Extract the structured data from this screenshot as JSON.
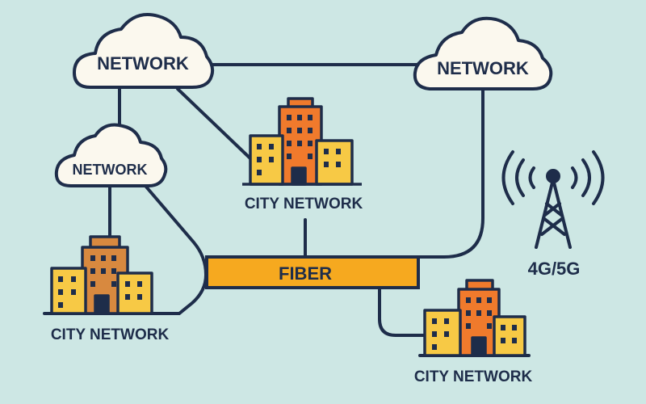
{
  "diagram": {
    "clouds": [
      {
        "id": "cloud_top_left",
        "label": "NETWORK"
      },
      {
        "id": "cloud_top_right",
        "label": "NETWORK"
      },
      {
        "id": "cloud_mid_left",
        "label": "NETWORK"
      }
    ],
    "cities": [
      {
        "id": "city_center",
        "label": "CITY NETWORK"
      },
      {
        "id": "city_left",
        "label": "CITY NETWORK"
      },
      {
        "id": "city_right",
        "label": "CITY NETWORK"
      }
    ],
    "fiber": {
      "label": "FIBER"
    },
    "tower": {
      "label": "4G/5G"
    },
    "colors": {
      "background": "#cde7e4",
      "line": "#1e2d4a",
      "cloud_fill": "#fbf8ee",
      "fiber": "#f6a91f",
      "building_orange": "#f07a2c",
      "building_yellow": "#f7c945",
      "building_brown": "#d8893f"
    }
  }
}
